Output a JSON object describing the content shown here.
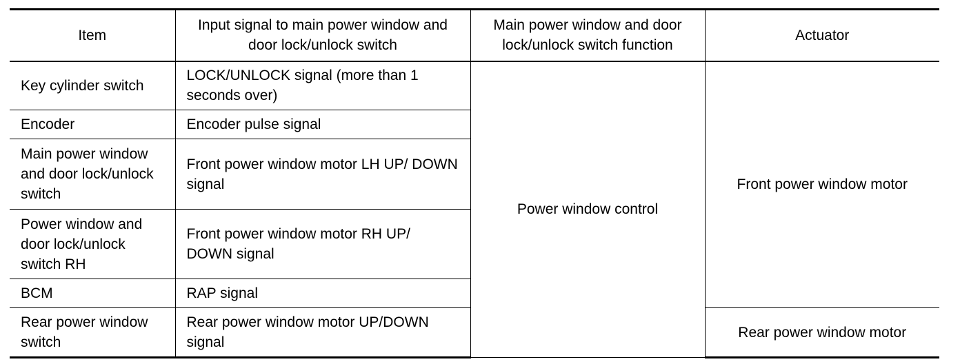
{
  "table": {
    "headers": [
      "Item",
      "Input signal to main power window and door lock/unlock switch",
      "Main power window and door lock/unlock switch function",
      "Actuator"
    ],
    "rows": [
      {
        "item": "Key cylinder switch",
        "signal": "LOCK/UNLOCK signal (more than 1 seconds over)"
      },
      {
        "item": "Encoder",
        "signal": "Encoder pulse signal"
      },
      {
        "item": "Main power window and door lock/unlock switch",
        "signal": "Front power window motor LH UP/ DOWN signal"
      },
      {
        "item": "Power window and door lock/unlock switch RH",
        "signal": "Front power window motor RH UP/ DOWN signal"
      },
      {
        "item": "BCM",
        "signal": "RAP signal"
      },
      {
        "item": "Rear power window switch",
        "signal": "Rear power window motor UP/DOWN signal"
      }
    ],
    "function": "Power window control",
    "actuators": {
      "front": "Front power window motor",
      "rear": "Rear power window motor"
    }
  }
}
